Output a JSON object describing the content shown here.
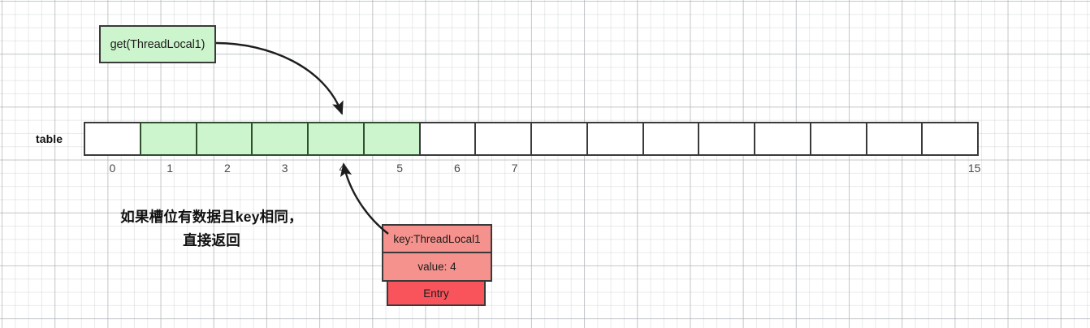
{
  "diagram": {
    "title_label": "table",
    "call_box": {
      "label": "get(ThreadLocal1)",
      "fill": "#cdf5cd",
      "stroke": "#3a3a3a"
    },
    "table": {
      "label": "table",
      "cell_count": 16,
      "filled_indices": [
        1,
        2,
        3,
        4,
        5
      ],
      "filled_color": "#cdf5cd",
      "empty_color": "#ffffff",
      "border_color": "#3a3a3a",
      "index_labels": [
        "0",
        "1",
        "2",
        "3",
        "4",
        "5",
        "6",
        "7",
        "",
        "",
        "",
        "",
        "",
        "",
        "",
        "15"
      ]
    },
    "note": {
      "line1": "如果槽位有数据且key相同，",
      "line2": "直接返回"
    },
    "entry": {
      "key": "key:ThreadLocal1",
      "value": "value: 4",
      "name": "Entry",
      "row_color": "#f5928d",
      "name_color": "#f9545c",
      "stroke": "#3a3a3a"
    },
    "arrows": {
      "from_call_to_slot": "curved arrow from get(ThreadLocal1) box to table slot 4",
      "from_entry_to_slot": "curved arrow from Entry box up to table slot 4"
    },
    "background": {
      "color": "#ffffff",
      "grid": "graph-paper"
    }
  }
}
